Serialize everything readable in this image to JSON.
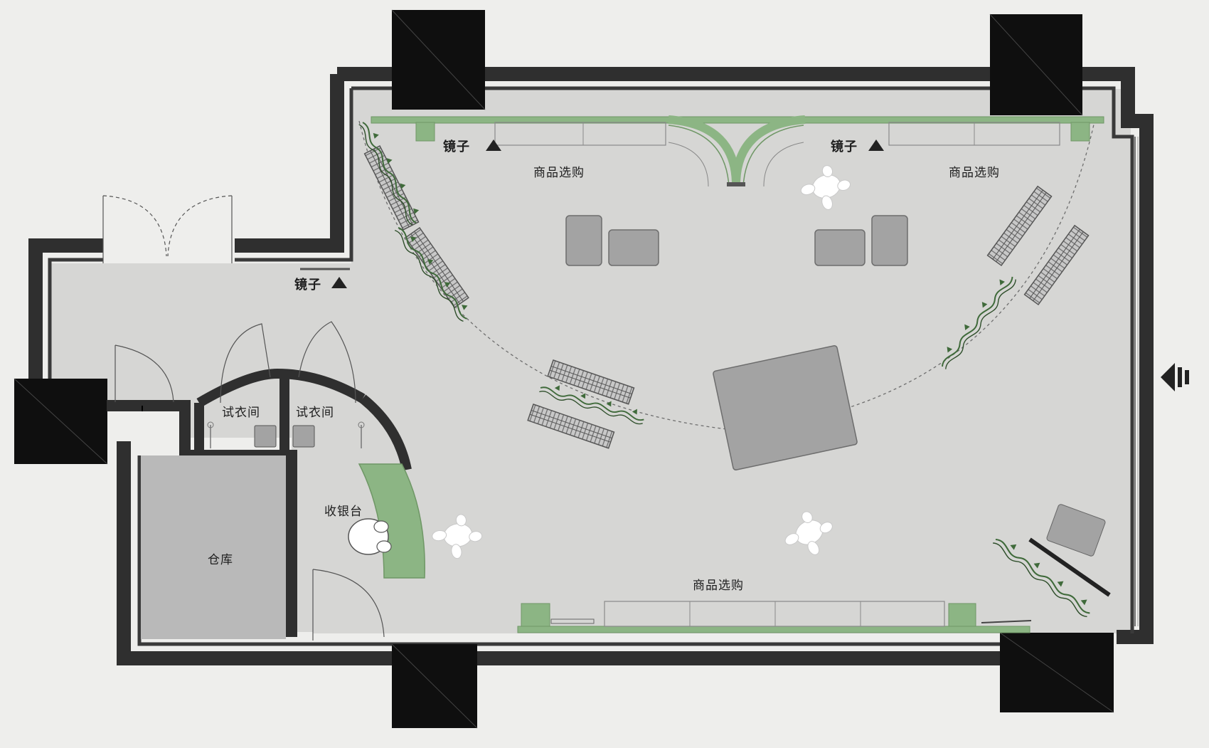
{
  "labels": {
    "mirror": "镜子",
    "shopping_area": "商品选购",
    "fitting_room": "试衣间",
    "cashier": "收银台",
    "warehouse": "仓库"
  },
  "colors": {
    "floor": "#d6d6d4",
    "wall": "#2f2f2f",
    "column": "#0f0f0f",
    "accent_green": "#8cb584",
    "furniture": "#a3a3a3",
    "warehouse_floor": "#b9b9b9",
    "background": "#eeeeec"
  },
  "icons": {
    "mirror_marker": "triangle-icon",
    "entrance_marker": "entrance-arrow-icon",
    "person": "person-topview-icon",
    "plant": "plant-garland-icon",
    "clothes_rack": "clothes-rack-icon"
  }
}
